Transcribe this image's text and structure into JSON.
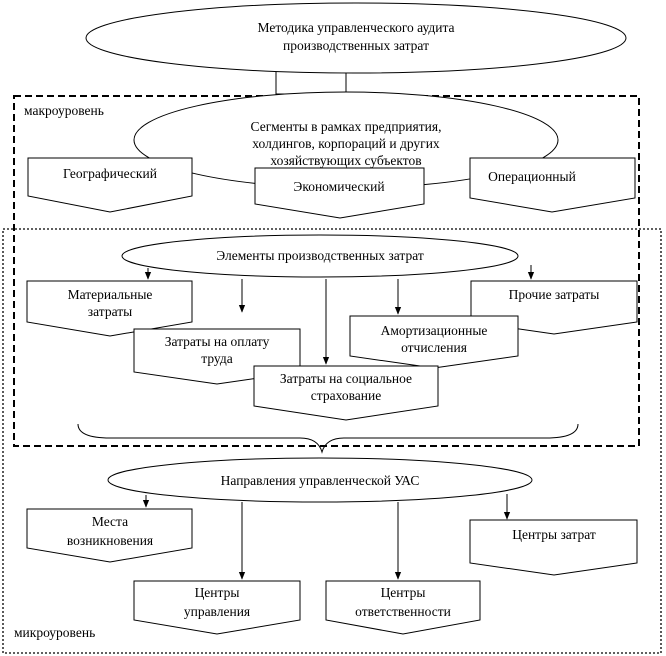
{
  "title": {
    "lines": [
      "Методика управленческого аудита",
      "производственных затрат"
    ]
  },
  "levels": {
    "macro": "макроуровень",
    "micro": "микроуровень"
  },
  "segments": {
    "lines": [
      "Сегменты в рамках предприятия,",
      "холдингов, корпораций и других",
      "хозяйствующих субъектов"
    ],
    "geographic": "Географический",
    "economic": "Экономический",
    "operational": "Операционный"
  },
  "elements": {
    "title": "Элементы производственных затрат",
    "material": [
      "Материальные",
      "затраты"
    ],
    "other": "Прочие затраты",
    "labor": [
      "Затраты на оплату",
      "труда"
    ],
    "amortization": [
      "Амортизационные",
      "отчисления"
    ],
    "social": [
      "Затраты на социальное",
      "страхование"
    ]
  },
  "directions": {
    "title": "Направления управленческой УАС",
    "origin": [
      "Места",
      "возникновения"
    ],
    "cost_centers": "Центры затрат",
    "management": [
      "Центры",
      "управления"
    ],
    "responsibility": [
      "Центры",
      "ответственности"
    ]
  },
  "colors": {
    "stroke": "#000000",
    "background": "#ffffff"
  }
}
